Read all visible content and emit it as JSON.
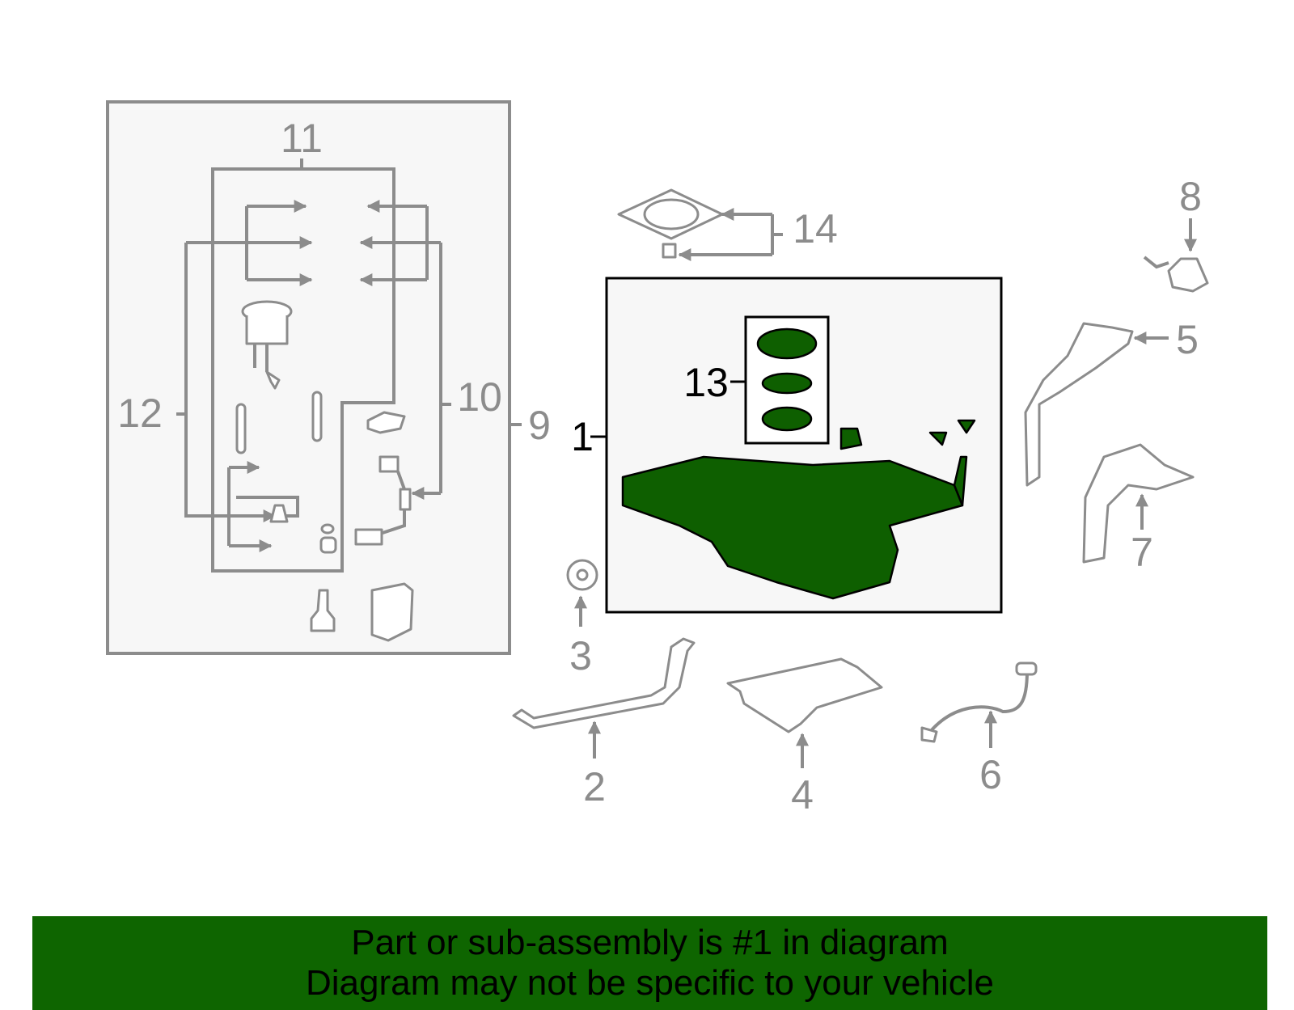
{
  "callouts": {
    "c1": "1",
    "c2": "2",
    "c3": "3",
    "c4": "4",
    "c5": "5",
    "c6": "6",
    "c7": "7",
    "c8": "8",
    "c9": "9",
    "c10": "10",
    "c11": "11",
    "c12": "12",
    "c13": "13",
    "c14": "14"
  },
  "highlight": {
    "part": "1",
    "color": "#0e5f00"
  },
  "colors": {
    "banner": "#0e6500",
    "parts_gray": "#8c8c8c",
    "panel_bg": "#f7f7f7"
  },
  "banner": {
    "line1": "Part or sub-assembly is #1 in diagram",
    "line2": "Diagram may not be specific to your vehicle"
  }
}
